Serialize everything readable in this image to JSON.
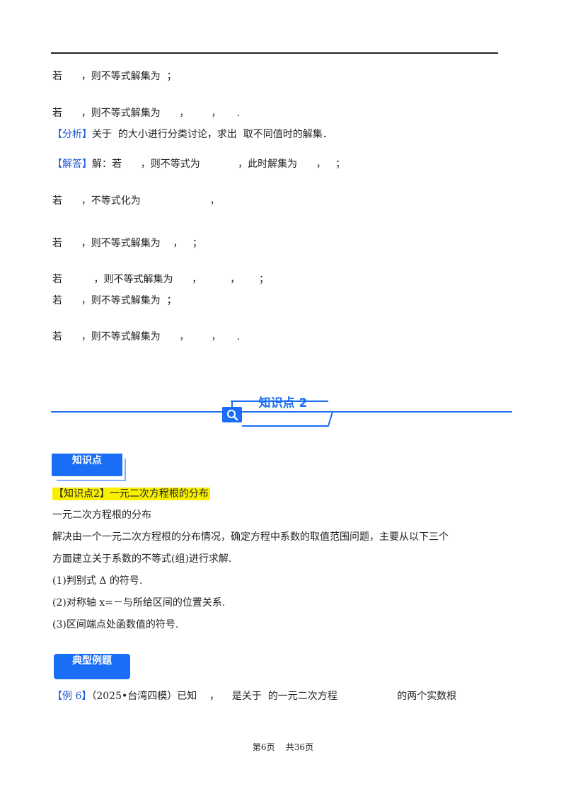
{
  "lines": {
    "l1": "若      ，则不等式解集为  ；",
    "l2": "若      ，则不等式解集为      ，       ，     .",
    "analysis_tag": "【分析】",
    "analysis_text": "关于  的大小进行分类讨论，求出  取不同值时的解集．",
    "answer_tag": "【解答】",
    "answer_text": "解：若      ，则不等式为            ，此时解集为      ，   ；",
    "l5": "若      ，不等式化为                      ，",
    "l6": "若      ，则不等式解集为    ，   ；",
    "l7": "若          ，则不等式解集为      ，         ，      ；",
    "l8": "若      ，则不等式解集为  ；",
    "l9": "若      ，则不等式解集为      ，       ，     ."
  },
  "section": {
    "title": "知识点 2"
  },
  "knowledge_label": "知识点",
  "kp": {
    "heading": "【知识点2】一元二次方程根的分布",
    "p1": "一元二次方程根的分布",
    "p2": "解决由一个一元二次方程根的分布情况，确定方程中系数的取值范围问题，主要从以下三个",
    "p3": "方面建立关于系数的不等式(组)进行求解.",
    "i1": "(1)判别式 Δ 的符号.",
    "i2": "(2)对称轴 x=－与所给区间的位置关系.",
    "i3": "(3)区间端点处函数值的符号."
  },
  "example_label": "典型例题",
  "example": {
    "tag": "【例 6】",
    "text": "（2025•台湾四模）已知    ，    是关于  的一元二次方程                   的两个实数根"
  },
  "footer": "第6页    共36页",
  "colors": {
    "accent": "#1a6ef5",
    "highlight": "#f8f000"
  }
}
